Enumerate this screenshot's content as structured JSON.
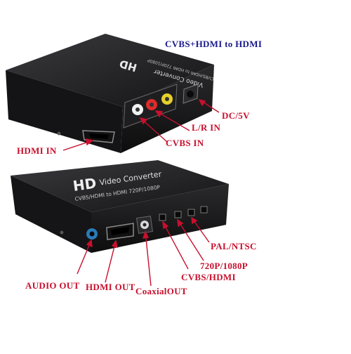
{
  "header": {
    "title": "CVBS+HDMI to HDMI"
  },
  "device_top": {
    "logo": "HD",
    "product": "Video Converter",
    "subtitle": "CVBS/HDMI to HDMI 720P/1080P"
  },
  "device_bottom": {
    "logo": "HD",
    "product": "Video Converter",
    "subtitle": "CVBS/HDMI to HDMI 720P/1080P"
  },
  "callouts": {
    "dc": "DC/5V",
    "lr_in": "L/R IN",
    "cvbs_in": "CVBS IN",
    "hdmi_in": "HDMI IN",
    "pal_ntsc": "PAL/NTSC",
    "res": "720P/1080P",
    "cvbs_hdmi": "CVBS/HDMI",
    "audio_out": "AUDIO OUT",
    "hdmi_out": "HDMI OUT",
    "coaxial_out": "CoaxialOUT"
  },
  "colors": {
    "callout": "#c8102e",
    "title": "#1a1a8a",
    "device": "#1c1c1e"
  }
}
